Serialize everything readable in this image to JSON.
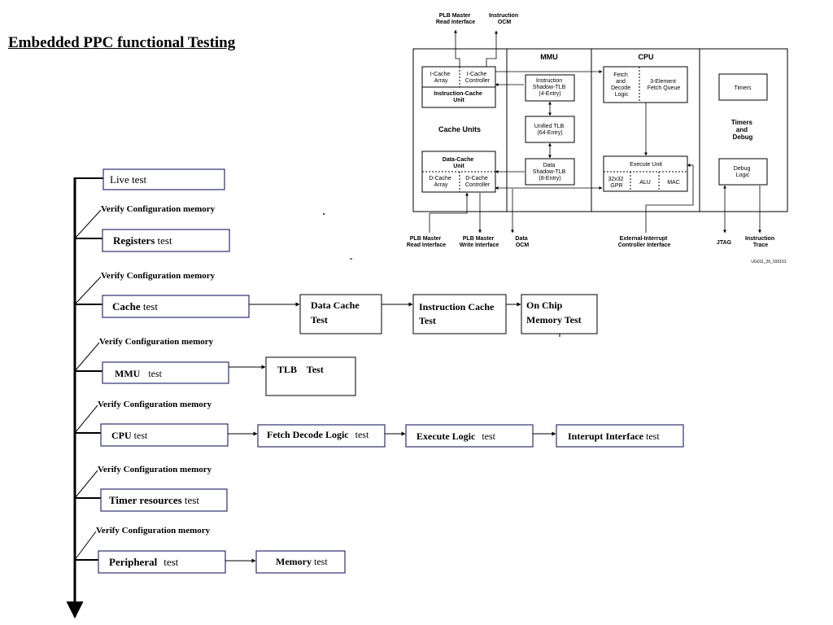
{
  "title": "Embedded PPC functional Testing",
  "flow": {
    "live": "Live test",
    "verify": "Verify Configuration memory",
    "registers": {
      "bold": "Registers",
      "rest": "test"
    },
    "cache": {
      "bold": "Cache",
      "rest": "test"
    },
    "data_cache": [
      "Data Cache",
      "Test"
    ],
    "instr_cache": [
      "Instruction Cache",
      "Test"
    ],
    "on_chip": [
      "On Chip",
      "Memory  Test"
    ],
    "mmu": {
      "bold": "MMU",
      "rest": "test"
    },
    "tlb": "TLB    Test",
    "cpu": {
      "bold": "CPU",
      "rest": "test"
    },
    "fetch": {
      "bold": "Fetch Decode Logic",
      "rest": "test"
    },
    "execute": {
      "bold": "Execute Logic",
      "rest": "test"
    },
    "interrupt": {
      "bold": "Interupt Interface",
      "rest": "test"
    },
    "timer": {
      "bold": "Timer resources",
      "rest": "test"
    },
    "peripheral": {
      "bold": "Peripheral",
      "rest": "test"
    },
    "memory": {
      "bold": "Memory",
      "rest": "test"
    }
  },
  "block": {
    "plb_read_top": [
      "PLB Master",
      "Read Interface"
    ],
    "instr_ocm_top": [
      "Instruction",
      "OCM"
    ],
    "mmu": "MMU",
    "cpu": "CPU",
    "icache_array": [
      "I-Cache",
      "Array"
    ],
    "icache_ctrl": [
      "I-Cache",
      "Controller"
    ],
    "icache_unit": [
      "Instruction-Cache",
      "Unit"
    ],
    "cache_units": "Cache Units",
    "instr_shadow": [
      "Instruction",
      "Shadow-TLB",
      "(4-Entry)"
    ],
    "unified_tlb": [
      "Unified TLB",
      "(64-Entry)"
    ],
    "data_shadow": [
      "Data",
      "Shadow-TLB",
      "(8-Entry)"
    ],
    "fetch": [
      "Fetch",
      "and",
      "Decode",
      "Logic"
    ],
    "fetch_queue": [
      "3-Element",
      "Fetch Queue"
    ],
    "timers": "Timers",
    "timers_debug": [
      "Timers",
      "and",
      "Debug"
    ],
    "dcache_unit": [
      "Data-Cache",
      "Unit"
    ],
    "dcache_array": [
      "D-Cache",
      "Array"
    ],
    "dcache_ctrl": [
      "D-Cache",
      "Controller"
    ],
    "execute_unit": "Execute Unit",
    "gpr": [
      "32x32",
      "GPR"
    ],
    "alu": "ALU",
    "mac": "MAC",
    "debug_logic": [
      "Debug",
      "Logic"
    ],
    "plb_read_bot": [
      "PLB Master",
      "Read Interface"
    ],
    "plb_write_bot": [
      "PLB Master",
      "Write Interface"
    ],
    "data_ocm": [
      "Data",
      "OCM"
    ],
    "ext_int": [
      "External-Interrupt",
      "Controller Interface"
    ],
    "jtag": "JTAG",
    "instr_trace": [
      "Instruction",
      "Trace"
    ],
    "fig_id": "UG011_26_033101"
  }
}
